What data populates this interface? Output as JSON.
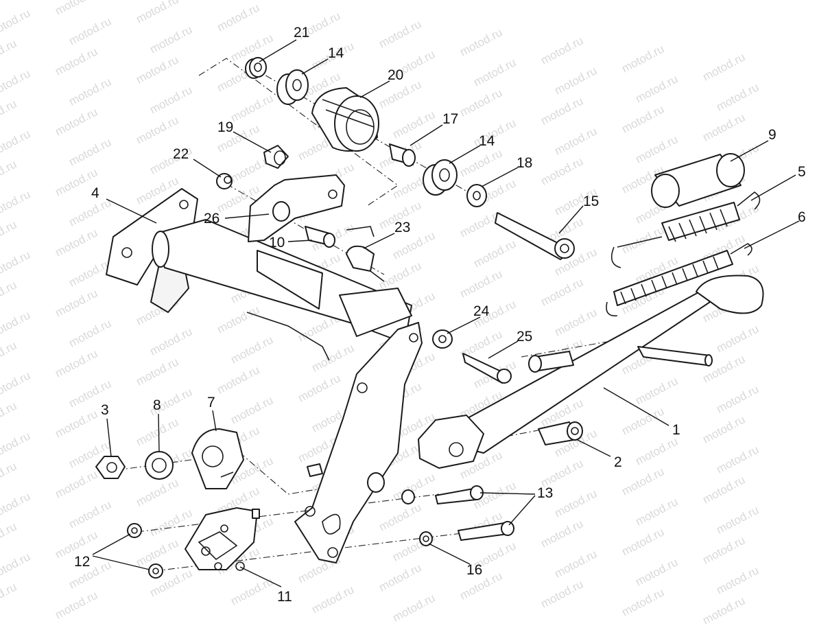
{
  "watermark": {
    "text": "motod.ru"
  },
  "labels": {
    "p1": "1",
    "p2": "2",
    "p3": "3",
    "p4": "4",
    "p5": "5",
    "p6": "6",
    "p7": "7",
    "p8": "8",
    "p9": "9",
    "p10": "10",
    "p11": "11",
    "p12": "12",
    "p13": "13",
    "p14a": "14",
    "p14b": "14",
    "p15": "15",
    "p16": "16",
    "p17": "17",
    "p18": "18",
    "p19": "19",
    "p20": "20",
    "p21": "21",
    "p22": "22",
    "p23": "23",
    "p24": "24",
    "p25": "25",
    "p26": "26"
  }
}
